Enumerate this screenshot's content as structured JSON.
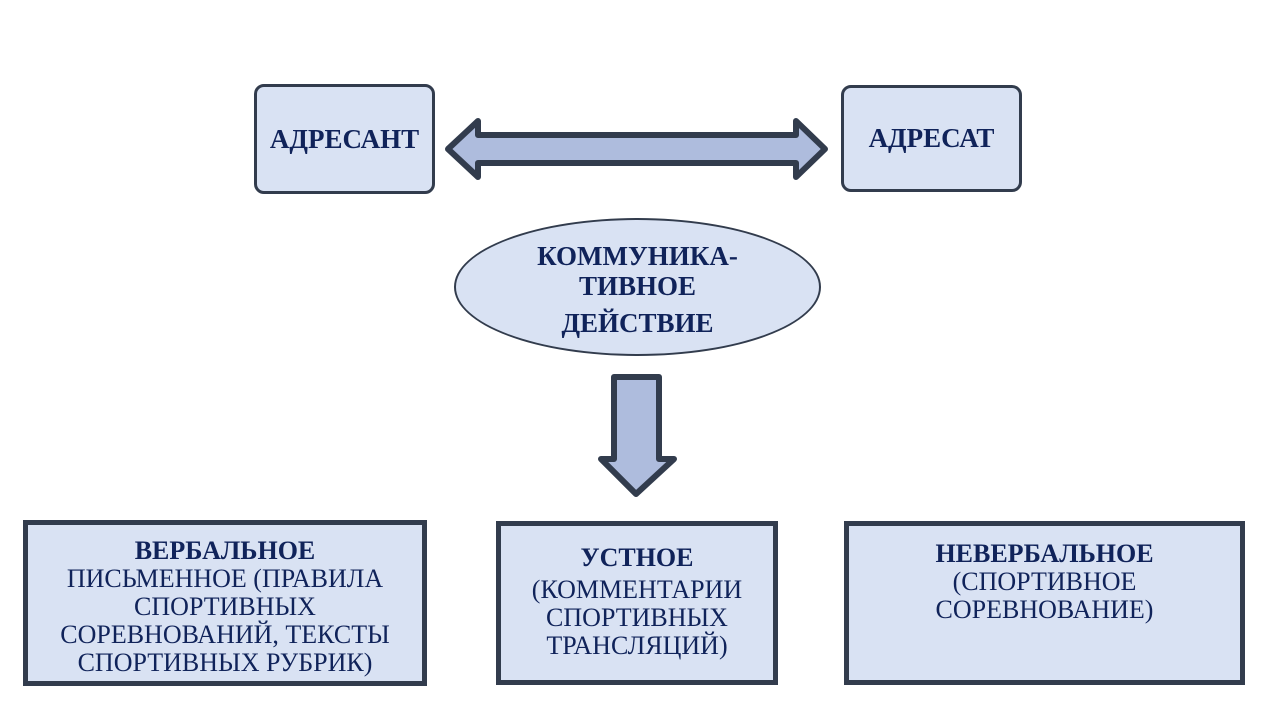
{
  "diagram": {
    "colors": {
      "box_fill": "#d9e2f3",
      "arrow_fill": "#aebcdd",
      "outline": "#323c4d",
      "text": "#10235a"
    },
    "sender": {
      "label": "АДРЕСАНТ"
    },
    "receiver": {
      "label": "АДРЕСАТ"
    },
    "center": {
      "lines": [
        "КОММУНИКА-",
        "ТИВНОЕ",
        "ДЕЙСТВИЕ"
      ]
    },
    "arrows": {
      "horizontal": "double-headed arrow between sender and receiver",
      "vertical": "down arrow from communicative action to its forms"
    },
    "forms": [
      {
        "title": "ВЕРБАЛЬНОЕ",
        "lines": [
          "ПИСЬМЕННОЕ (ПРАВИЛА",
          "СПОРТИВНЫХ",
          "СОРЕВНОВАНИЙ, ТЕКСТЫ",
          "СПОРТИВНЫХ РУБРИК)"
        ]
      },
      {
        "title": "УСТНОЕ",
        "lines": [
          "(КОММЕНТАРИИ",
          "СПОРТИВНЫХ",
          "ТРАНСЛЯЦИЙ)"
        ]
      },
      {
        "title": "НЕВЕРБАЛЬНОЕ",
        "lines": [
          "(СПОРТИВНОЕ",
          "СОРЕВНОВАНИЕ)"
        ]
      }
    ]
  }
}
